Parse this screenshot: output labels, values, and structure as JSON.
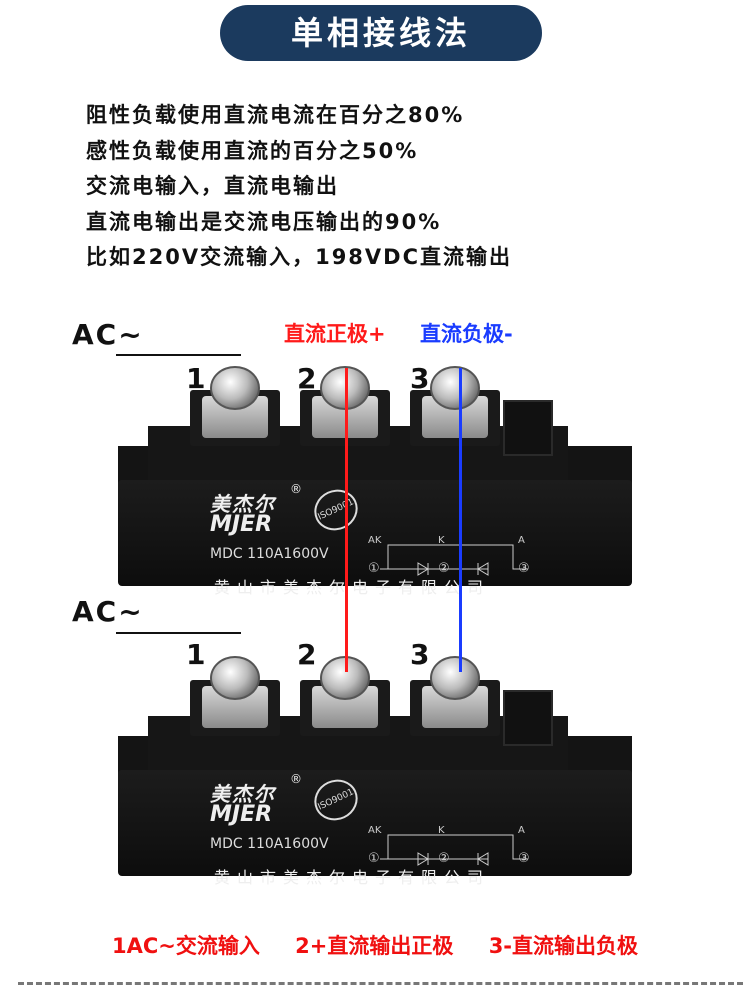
{
  "title": "单相接线法",
  "notes": [
    "阻性负载使用直流电流在百分之80%",
    "感性负载使用直流的百分之50%",
    "交流电输入，直流电输出",
    "直流电输出是交流电压输出的90%",
    "比如220V交流输入，198VDC直流输出"
  ],
  "ac_label": "AC~",
  "terminals": [
    "1",
    "2",
    "3"
  ],
  "dc_positive": "直流正极+",
  "dc_negative": "直流负极-",
  "module": {
    "brand_cn": "美杰尔",
    "brand_en": "MJER",
    "reg": "®",
    "iso": "ISO9001",
    "model": "MDC 110A1600V",
    "company": "黄山市美杰尔电子有限公司",
    "pin_ak": "AK",
    "pin_k": "K",
    "pin_a": "A",
    "pin1": "①",
    "pin2": "②",
    "pin3": "③"
  },
  "legend": [
    "1AC~交流输入",
    "2+直流输出正极",
    "3-直流输出负极"
  ],
  "colors": {
    "positive": "#ff1a1a",
    "negative": "#1a3cff",
    "title_bg": "#1b3a5e"
  }
}
